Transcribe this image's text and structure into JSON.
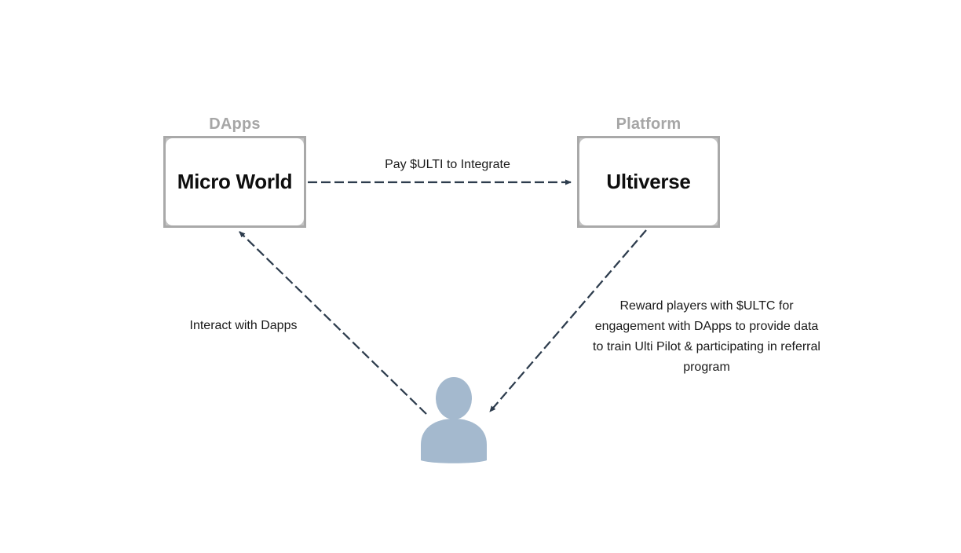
{
  "diagram": {
    "groups": {
      "dapps_label": "DApps",
      "platform_label": "Platform"
    },
    "nodes": {
      "micro_world": {
        "title": "Micro World"
      },
      "ultiverse": {
        "title": "Ultiverse"
      },
      "user": {
        "icon": "person-icon"
      }
    },
    "edges": {
      "pay": {
        "label": "Pay $ULTI to Integrate",
        "from": "Micro World",
        "to": "Ultiverse",
        "style": "dashed-arrow"
      },
      "interact": {
        "label": "Interact with Dapps",
        "from": "User",
        "to": "Micro World",
        "style": "dashed-arrow"
      },
      "reward": {
        "label": "Reward players with $ULTC for engagement with DApps to provide data to train Ulti Pilot & participating in referral program",
        "lines": [
          "Reward players with $ULTC for",
          "engagement with DApps to provide data",
          "to train Ulti Pilot & participating in referral",
          "program"
        ],
        "from": "Ultiverse",
        "to": "User",
        "style": "dashed-arrow"
      }
    }
  },
  "colors": {
    "background": "#ffffff",
    "arrow": "#2d3c4d",
    "box_border": "#a9a9a9",
    "group_label": "#a6a6a6",
    "node_text": "#0e0e0e",
    "edge_text": "#1a1a1a",
    "person": "#a4b9ce"
  }
}
